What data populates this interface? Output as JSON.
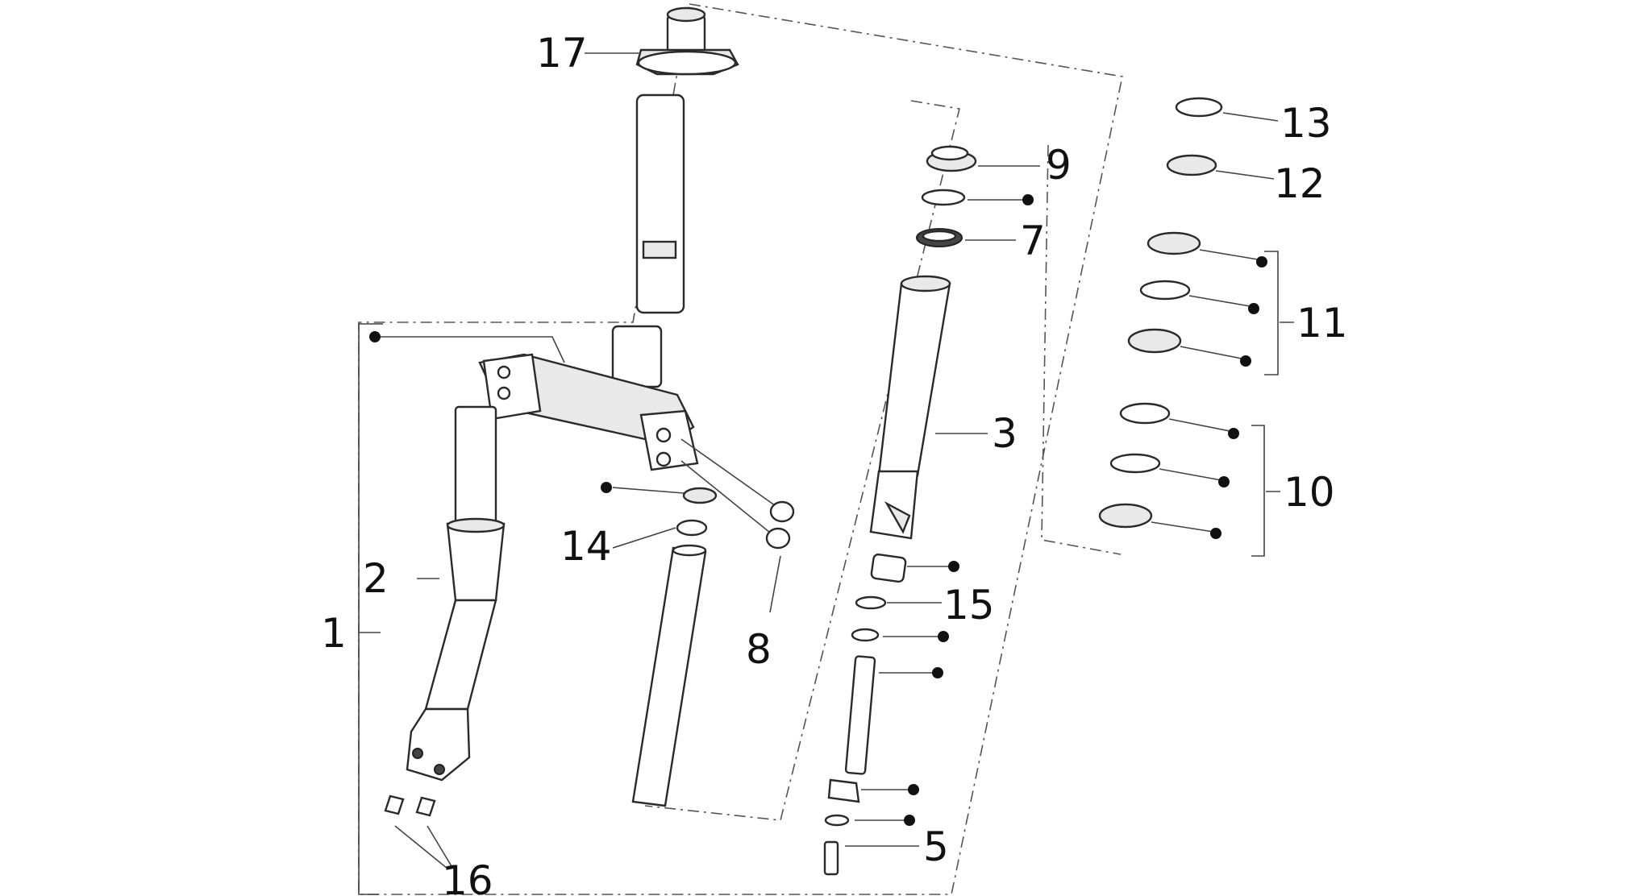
{
  "callouts": [
    "1",
    "2",
    "3",
    "5",
    "7",
    "8",
    "9",
    "10",
    "11",
    "12",
    "13",
    "14",
    "15",
    "16",
    "17"
  ]
}
